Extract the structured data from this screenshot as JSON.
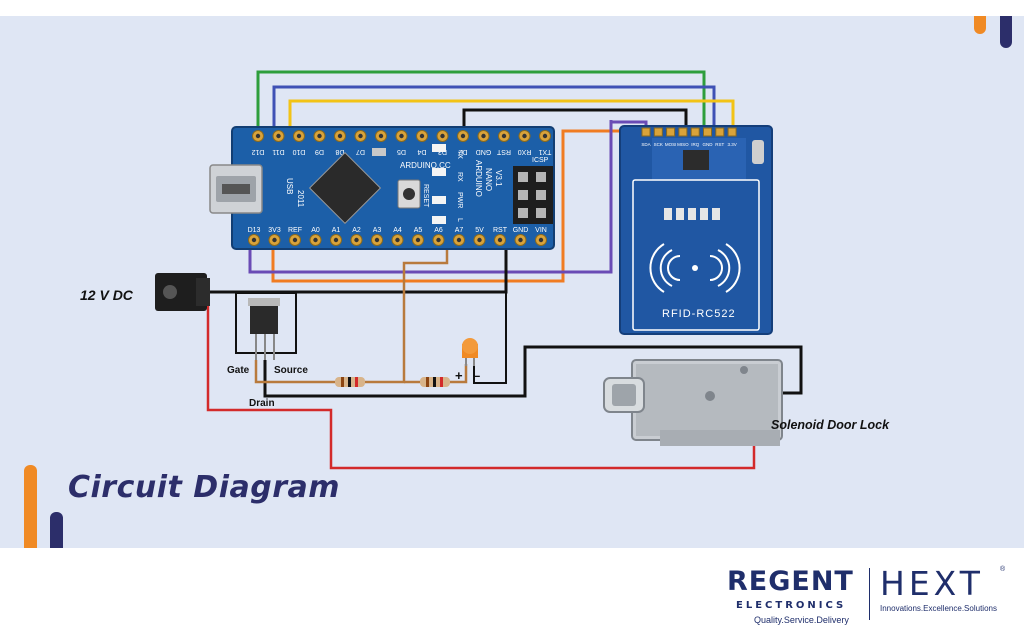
{
  "title": "Circuit Diagram",
  "labels": {
    "power": "12 V DC",
    "gate": "Gate",
    "source": "Source",
    "drain": "Drain",
    "lock": "Solenoid Door Lock",
    "led_plus": "+",
    "led_minus": "–"
  },
  "arduino": {
    "top_pins": [
      "D12",
      "D11",
      "D10",
      "D9",
      "D8",
      "D7",
      "D6",
      "D5",
      "D4",
      "D3",
      "D2",
      "GND",
      "RST",
      "RX0",
      "TX1"
    ],
    "bottom_pins": [
      "D13",
      "3V3",
      "REF",
      "A0",
      "A1",
      "A2",
      "A3",
      "A4",
      "A5",
      "A6",
      "A7",
      "5V",
      "RST",
      "GND",
      "VIN"
    ],
    "chip_text": [
      "ARDUINO.CC",
      "2011"
    ],
    "board_text": [
      "ARDUINO",
      "NANO",
      "V3.1"
    ],
    "usb_label": "USB",
    "side_labels": [
      "TX",
      "RX",
      "PWR",
      "L"
    ],
    "icsp_label": "ICSP",
    "reset_label": "RESET"
  },
  "rfid": {
    "label": "RFID-RC522",
    "pins": [
      "SDA",
      "SCK",
      "MOSI",
      "MISO",
      "IRQ",
      "GND",
      "RST",
      "3.3V"
    ]
  },
  "colors": {
    "background": "#dfe6f4",
    "board": "#1c5fa8",
    "rfid_board": "#2057a3",
    "accent_orange": "#f08a24",
    "accent_navy": "#2c2e6a",
    "wire_green": "#2e9e3c",
    "wire_blue": "#3f51b5",
    "wire_yellow": "#f2c316",
    "wire_black": "#111111",
    "wire_purple": "#6a4bb5",
    "wire_orange": "#f07c22",
    "wire_brown": "#b87a3c",
    "wire_red": "#d32a2a"
  },
  "logo": {
    "company": "REGENT",
    "division": "ELECTRONICS",
    "tagline": "Quality.Service.Delivery",
    "brand": "HEXT",
    "brand_mark": "®",
    "brand_tagline": "Innovations.Excellence.Solutions"
  }
}
